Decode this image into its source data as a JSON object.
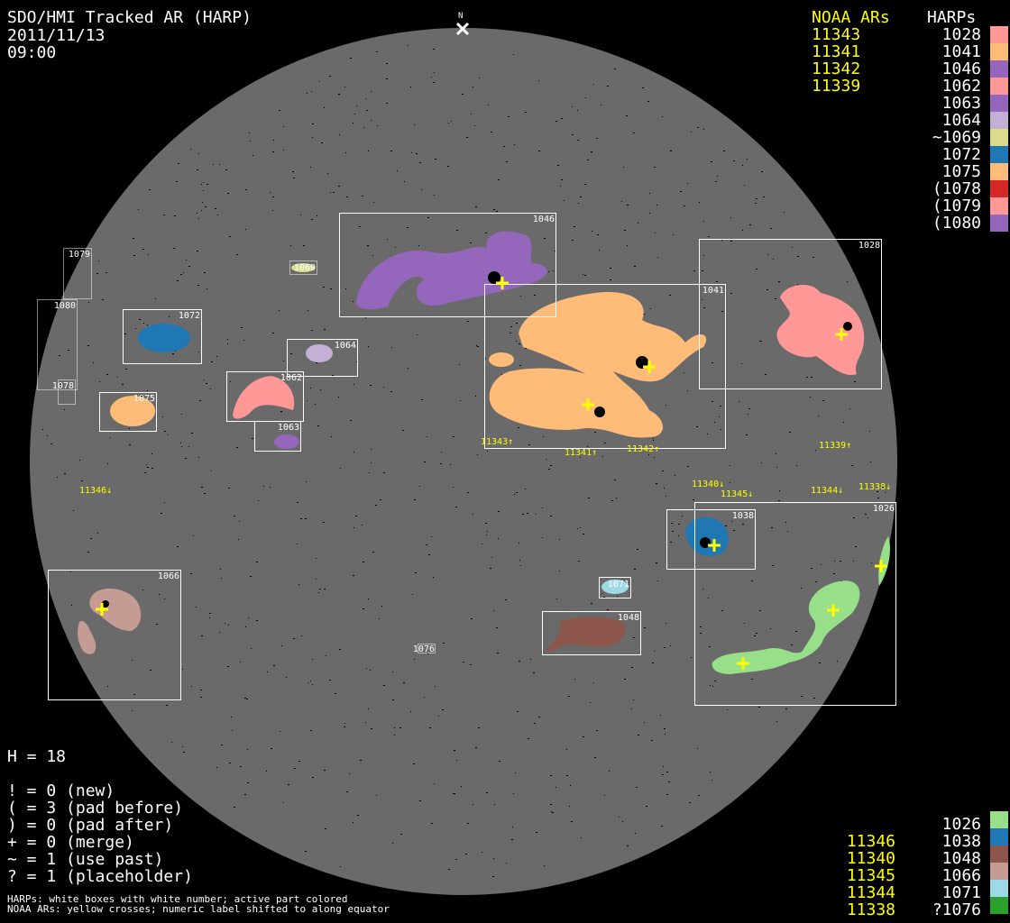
{
  "header": {
    "title": "SDO/HMI Tracked AR (HARP)",
    "date": "2011/11/13",
    "time": "09:00",
    "north": "N"
  },
  "top_legend": {
    "noaa_heading": "NOAA ARs",
    "harp_heading": "HARPs",
    "noaa": [
      "11343",
      "11341",
      "11342",
      "11339"
    ],
    "harps": [
      {
        "label": "1028",
        "color": "#ff9896"
      },
      {
        "label": "1041",
        "color": "#ffbb78"
      },
      {
        "label": "1046",
        "color": "#9467bd"
      },
      {
        "label": "1062",
        "color": "#ff9896"
      },
      {
        "label": "1063",
        "color": "#9467bd"
      },
      {
        "label": "1064",
        "color": "#c5b0d5"
      },
      {
        "label": "~1069",
        "color": "#dbdb8d"
      },
      {
        "label": "1072",
        "color": "#1f77b4"
      },
      {
        "label": "1075",
        "color": "#ffbb78"
      },
      {
        "label": "(1078",
        "color": "#d62728"
      },
      {
        "label": "(1079",
        "color": "#ff9896"
      },
      {
        "label": "(1080",
        "color": "#9467bd"
      }
    ]
  },
  "bottom_legend": {
    "noaa": [
      "11346",
      "11340",
      "11345",
      "11344",
      "11338"
    ],
    "harps": [
      {
        "label": "1026",
        "color": "#98df8a"
      },
      {
        "label": "1038",
        "color": "#1f77b4"
      },
      {
        "label": "1048",
        "color": "#8c564b"
      },
      {
        "label": "1066",
        "color": "#c49c94"
      },
      {
        "label": "1071",
        "color": "#9edae5"
      },
      {
        "label": "?1076",
        "color": "#2ca02c"
      }
    ]
  },
  "stats": {
    "h": "H = 18",
    "lines": [
      "! = 0 (new)",
      "( = 3 (pad before)",
      ") = 0 (pad after)",
      "+ = 0 (merge)",
      "~ = 1 (use past)",
      "? = 1 (placeholder)"
    ],
    "note1": "HARPs: white boxes with white number; active part colored",
    "note2": "NOAA ARs: yellow crosses; numeric label shifted to along equator"
  },
  "disk": {
    "harp_labels": {
      "h1046": "1046",
      "h1041": "1041",
      "h1028": "1028",
      "h1072": "1072",
      "h1064": "1064",
      "h1062": "1062",
      "h1063": "1063",
      "h1075": "1075",
      "h1069": "1069",
      "h1079": "1079",
      "h1080": "1080",
      "h1078": "1078",
      "h1038": "1038",
      "h1026": "1026",
      "h1071": "1071",
      "h1048": "1048",
      "h1066": "1066",
      "h1076": "1076"
    },
    "noaa_labels": {
      "n11343": "11343↑",
      "n11341": "11341↑",
      "n11342": "11342↑",
      "n11339": "11339↑",
      "n11346": "11346↓",
      "n11340": "11340↓",
      "n11345": "11345↓",
      "n11344": "11344↓",
      "n11338": "11338↓"
    }
  }
}
